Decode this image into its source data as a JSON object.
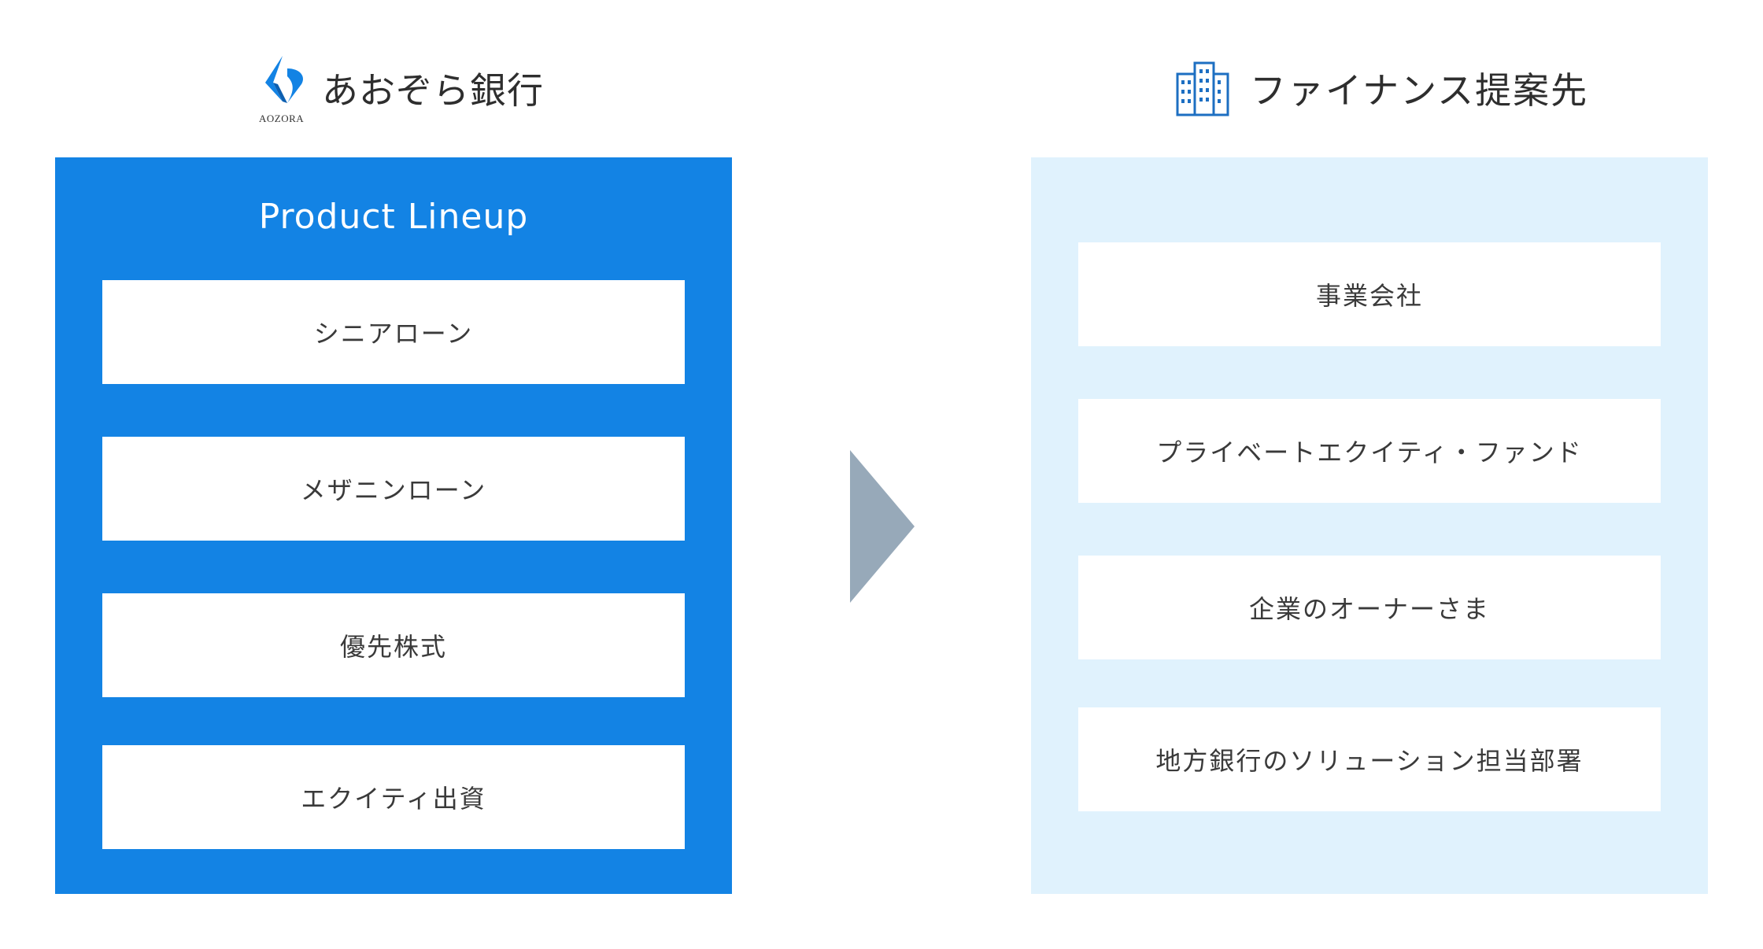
{
  "bank": {
    "logo_icon": "aozora-logo-icon",
    "logo_subtext": "AOZORA",
    "name": "あおぞら銀行"
  },
  "targets_header": {
    "icon": "building-icon",
    "title": "ファイナンス提案先"
  },
  "product_panel": {
    "title": "Product Lineup",
    "items": [
      {
        "label": "シニアローン"
      },
      {
        "label": "メザニンローン"
      },
      {
        "label": "優先株式"
      },
      {
        "label": "エクイティ出資"
      }
    ]
  },
  "arrow": {
    "icon": "chevron-right-triangle-icon",
    "color": "#97a9b9"
  },
  "target_panel": {
    "items": [
      {
        "label": "事業会社"
      },
      {
        "label": "プライベートエクイティ・ファンド"
      },
      {
        "label": "企業のオーナーさま"
      },
      {
        "label": "地方銀行のソリューション担当部署"
      }
    ]
  },
  "colors": {
    "product_panel_bg": "#1383e4",
    "target_panel_bg": "#e0f2fd",
    "logo_blue": "#1383e4",
    "building_blue": "#1d6fc2"
  }
}
